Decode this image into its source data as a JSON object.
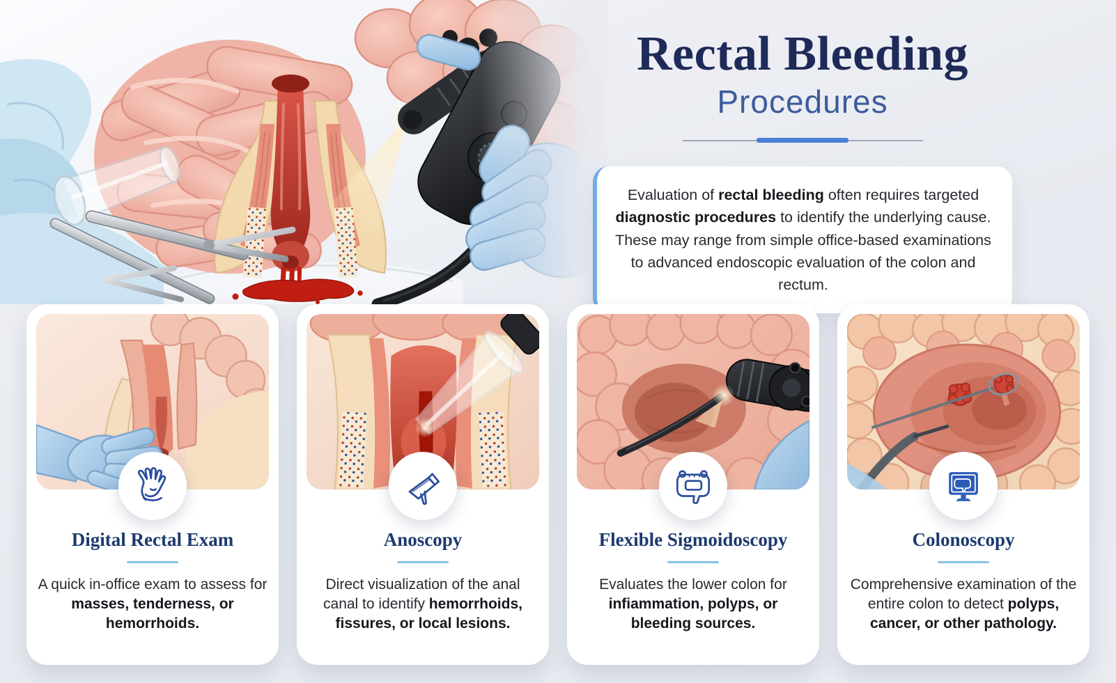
{
  "header": {
    "title": "Rectal Bleeding",
    "subtitle": "Procedures"
  },
  "intro": {
    "t1": "Evaluation of ",
    "b1": "rectal bleeding",
    "t2": " often requires targeted ",
    "b2": "diagnostic procedures",
    "t3": " to identify the underlying cause. These may range from simple office-based examinations to advanced endoscopic evaluation of the colon and rectum."
  },
  "cards": [
    {
      "title": "Digital Rectal Exam",
      "desc": "A quick in-office exam to assess for ",
      "desc_bold": "masses, tenderness, or hemorrhoids.",
      "icon": "glove-icon"
    },
    {
      "title": "Anoscopy",
      "desc": "Direct visualization of the anal canal to identify ",
      "desc_bold": "hemorrhoids, fissures, or local lesions.",
      "icon": "anoscope-icon"
    },
    {
      "title": "Flexible Sigmoidoscopy",
      "desc": "Evaluates the lower colon for ",
      "desc_bold": "infiammation, polyps, or bleeding sources.",
      "icon": "colon-icon"
    },
    {
      "title": "Colonoscopy",
      "desc": "Comprehensive examination of the entire colon to detect ",
      "desc_bold": "polyps, cancer, or other pathology.",
      "icon": "monitor-colon-icon"
    }
  ],
  "colors": {
    "title_navy": "#1e2a58",
    "subtitle_blue": "#3d5c9c",
    "card_title_navy": "#1d3a6d",
    "accent_blue": "#4d7fd9",
    "light_blue_divider": "#85c2e6",
    "info_border_blue": "#76abe6",
    "icon_blue": "#2b4f9e"
  }
}
